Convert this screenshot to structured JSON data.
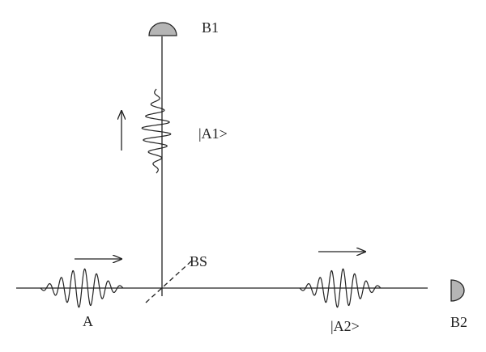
{
  "labels": {
    "detector_top": "B1",
    "detector_right": "B2",
    "beam_splitter": "BS",
    "incoming_packet": "A",
    "packet_vertical": "|A1>",
    "packet_horizontal": "|A2>"
  },
  "colors": {
    "line": "#222222",
    "detector_fill": "#b5b5b5",
    "background": "#ffffff"
  },
  "icons": {
    "detector": "half-disc-detector",
    "beam_splitter": "dashed-diagonal-line",
    "direction": "arrow"
  }
}
